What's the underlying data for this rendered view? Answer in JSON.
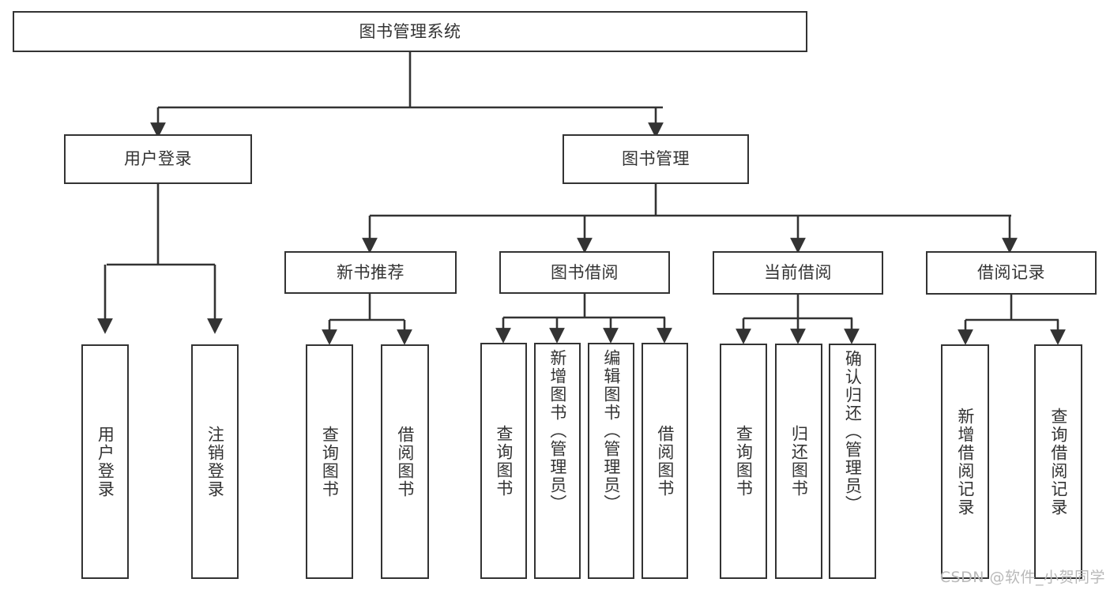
{
  "diagram": {
    "title": "图书管理系统",
    "type": "tree",
    "watermark": "CSDN @软件_小贺同学",
    "colors": {
      "background": "#ffffff",
      "node_border": "#333333",
      "node_fill": "#ffffff",
      "edge": "#333333",
      "text": "#333333",
      "watermark": "#b9b9b9"
    },
    "levels": {
      "root": [
        "图书管理系统"
      ],
      "level1": [
        "用户登录",
        "图书管理"
      ],
      "level2": [
        "新书推荐",
        "图书借阅",
        "当前借阅",
        "借阅记录"
      ],
      "level3": [
        "用户登录",
        "注销登录",
        "查询图书",
        "借阅图书",
        "查询图书",
        "新增图书（管理员）",
        "编辑图书（管理员）",
        "借阅图书",
        "查询图书",
        "归还图书",
        "确认归还（管理员）",
        "新增借阅记录",
        "查询借阅记录"
      ]
    },
    "nodes": {
      "root": {
        "label": "图书管理系统"
      },
      "user_login": {
        "label": "用户登录"
      },
      "book_manage": {
        "label": "图书管理"
      },
      "new_book_rec": {
        "label": "新书推荐"
      },
      "book_borrow": {
        "label": "图书借阅"
      },
      "current_borrow": {
        "label": "当前借阅"
      },
      "borrow_record": {
        "label": "借阅记录"
      },
      "leaf_user_login": {
        "label": "用户登录"
      },
      "leaf_logout": {
        "label": "注销登录"
      },
      "leaf_query_book_1": {
        "label": "查询图书"
      },
      "leaf_borrow_book_1": {
        "label": "借阅图书"
      },
      "leaf_query_book_2": {
        "label": "查询图书"
      },
      "leaf_add_book_admin": {
        "label": "新增图书（管理员）"
      },
      "leaf_edit_book_admin": {
        "label": "编辑图书（管理员）"
      },
      "leaf_borrow_book_2": {
        "label": "借阅图书"
      },
      "leaf_query_book_3": {
        "label": "查询图书"
      },
      "leaf_return_book": {
        "label": "归还图书"
      },
      "leaf_confirm_return_admin": {
        "label": "确认归还（管理员）"
      },
      "leaf_add_borrow_record": {
        "label": "新增借阅记录"
      },
      "leaf_query_borrow_record": {
        "label": "查询借阅记录"
      }
    },
    "edges": [
      {
        "from": "root",
        "to": "user_login"
      },
      {
        "from": "root",
        "to": "book_manage"
      },
      {
        "from": "user_login",
        "to": "leaf_user_login"
      },
      {
        "from": "user_login",
        "to": "leaf_logout"
      },
      {
        "from": "book_manage",
        "to": "new_book_rec"
      },
      {
        "from": "book_manage",
        "to": "book_borrow"
      },
      {
        "from": "book_manage",
        "to": "current_borrow"
      },
      {
        "from": "book_manage",
        "to": "borrow_record"
      },
      {
        "from": "new_book_rec",
        "to": "leaf_query_book_1"
      },
      {
        "from": "new_book_rec",
        "to": "leaf_borrow_book_1"
      },
      {
        "from": "book_borrow",
        "to": "leaf_query_book_2"
      },
      {
        "from": "book_borrow",
        "to": "leaf_add_book_admin"
      },
      {
        "from": "book_borrow",
        "to": "leaf_edit_book_admin"
      },
      {
        "from": "book_borrow",
        "to": "leaf_borrow_book_2"
      },
      {
        "from": "current_borrow",
        "to": "leaf_query_book_3"
      },
      {
        "from": "current_borrow",
        "to": "leaf_return_book"
      },
      {
        "from": "current_borrow",
        "to": "leaf_confirm_return_admin"
      },
      {
        "from": "borrow_record",
        "to": "leaf_add_borrow_record"
      },
      {
        "from": "borrow_record",
        "to": "leaf_query_borrow_record"
      }
    ]
  }
}
